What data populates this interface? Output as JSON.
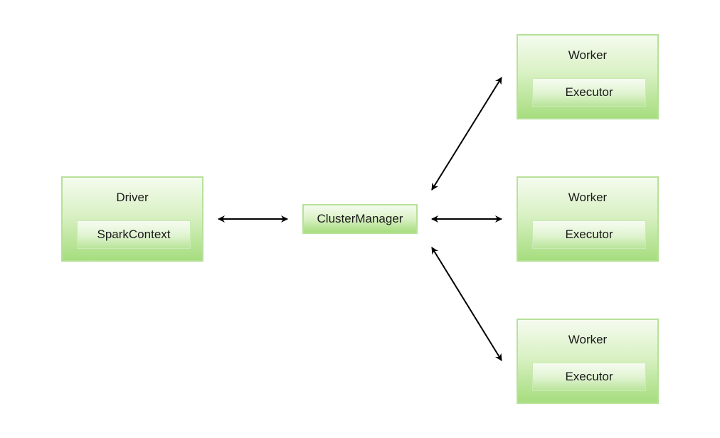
{
  "driver": {
    "title": "Driver",
    "context": "SparkContext"
  },
  "cluster_manager": {
    "label": "ClusterManager"
  },
  "workers": [
    {
      "title": "Worker",
      "executor": "Executor"
    },
    {
      "title": "Worker",
      "executor": "Executor"
    },
    {
      "title": "Worker",
      "executor": "Executor"
    }
  ],
  "colors": {
    "box_border": "#b7e19a",
    "box_fill_top": "#f5fbef",
    "box_fill_bottom": "#a6dd7e",
    "arrow": "#000000"
  }
}
